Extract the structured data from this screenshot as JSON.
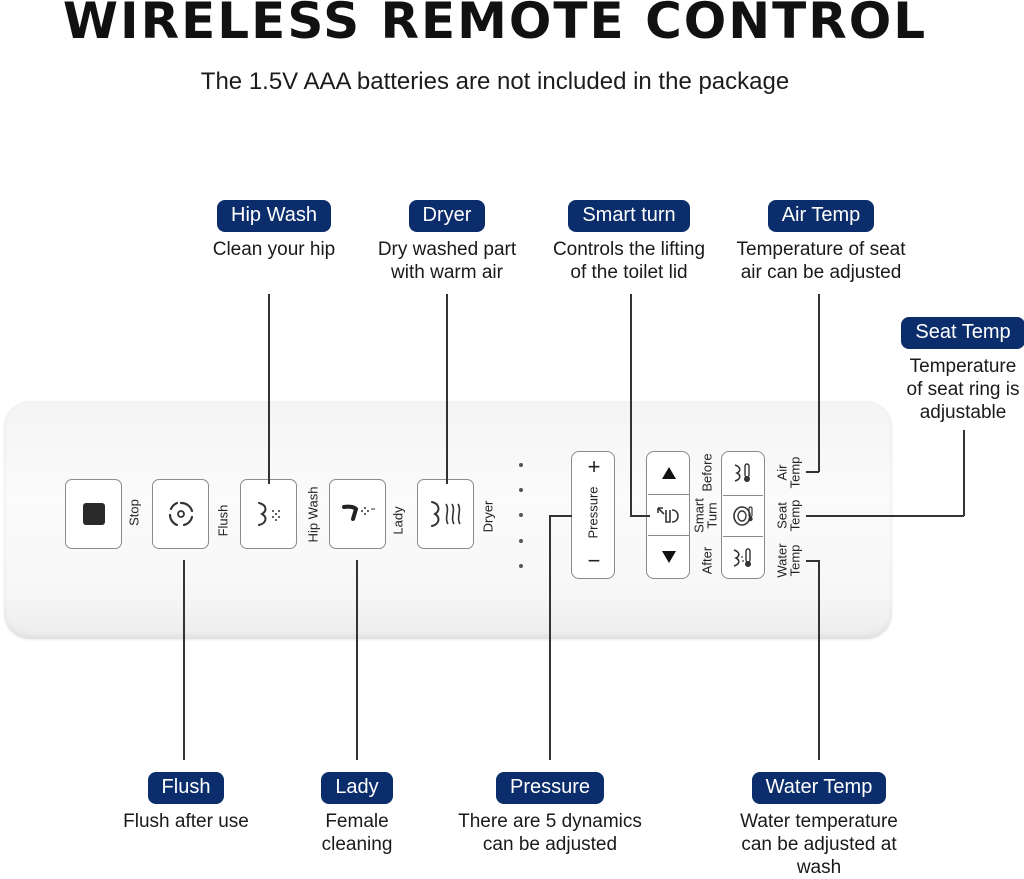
{
  "header": {
    "title": "WIRELESS REMOTE CONTROL",
    "subtitle": "The 1.5V AAA batteries are not included in the package"
  },
  "features": {
    "hip_wash": {
      "badge": "Hip Wash",
      "desc": [
        "Clean your hip"
      ]
    },
    "dryer": {
      "badge": "Dryer",
      "desc": [
        "Dry washed part",
        "with warm air"
      ]
    },
    "smart_turn": {
      "badge": "Smart turn",
      "desc": [
        "Controls the lifting",
        "of the toilet lid"
      ]
    },
    "air_temp": {
      "badge": "Air Temp",
      "desc": [
        "Temperature of seat",
        "air can be adjusted"
      ]
    },
    "seat_temp": {
      "badge": "Seat Temp",
      "desc": [
        "Temperature",
        "of seat ring is",
        "adjustable"
      ]
    },
    "flush": {
      "badge": "Flush",
      "desc": [
        "Flush after use"
      ]
    },
    "lady": {
      "badge": "Lady",
      "desc": [
        "Female",
        "cleaning"
      ]
    },
    "pressure": {
      "badge": "Pressure",
      "desc": [
        "There are 5 dynamics",
        "can be adjusted"
      ]
    },
    "water_temp": {
      "badge": "Water Temp",
      "desc": [
        "Water temperature",
        "can be adjusted at",
        "wash"
      ]
    }
  },
  "remote": {
    "labels": {
      "stop": "Stop",
      "flush": "Flush",
      "hip_wash": "Hip Wash",
      "lady": "Lady",
      "dryer": "Dryer",
      "pressure": "Pressure",
      "pressure_plus": "+",
      "pressure_minus": "−",
      "before": "Before",
      "smart_turn_1": "Smart",
      "smart_turn_2": "Turn",
      "after": "After",
      "air_temp_1": "Air",
      "air_temp_2": "Temp",
      "seat_temp_1": "Seat",
      "seat_temp_2": "Temp",
      "water_temp_1": "Water",
      "water_temp_2": "Temp"
    },
    "pressure_level_dots": 5
  },
  "colors": {
    "badge_bg": "#0c2d6b",
    "badge_text": "#ffffff",
    "line": "#333333",
    "button_border": "#8a8a8a"
  }
}
